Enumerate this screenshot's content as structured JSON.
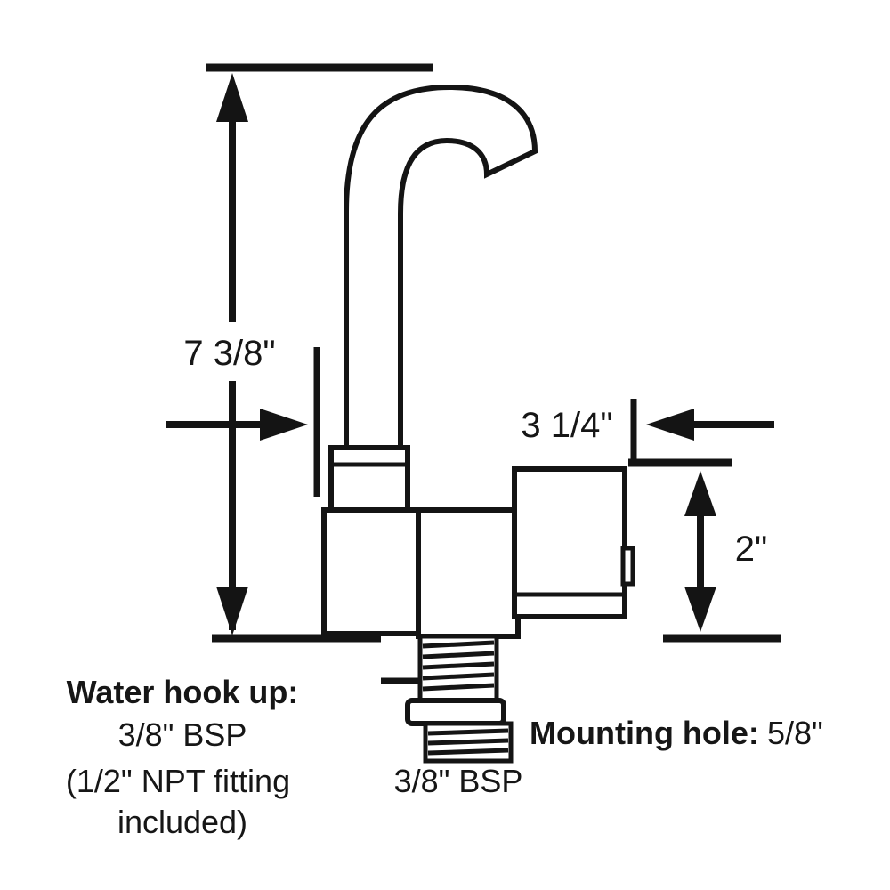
{
  "diagram": {
    "dim_height_label": "7 3/8\"",
    "dim_width_label": "3 1/4\"",
    "dim_body_height_label": "2\"",
    "stem_label": "3/8\" BSP",
    "mounting_hole_label": "Mounting hole:",
    "mounting_hole_value": "5/8\"",
    "water_hookup": {
      "line1": "Water hook up:",
      "line2": "3/8\" BSP",
      "line3": "(1/2\" NPT fitting",
      "line4": "included)"
    }
  }
}
